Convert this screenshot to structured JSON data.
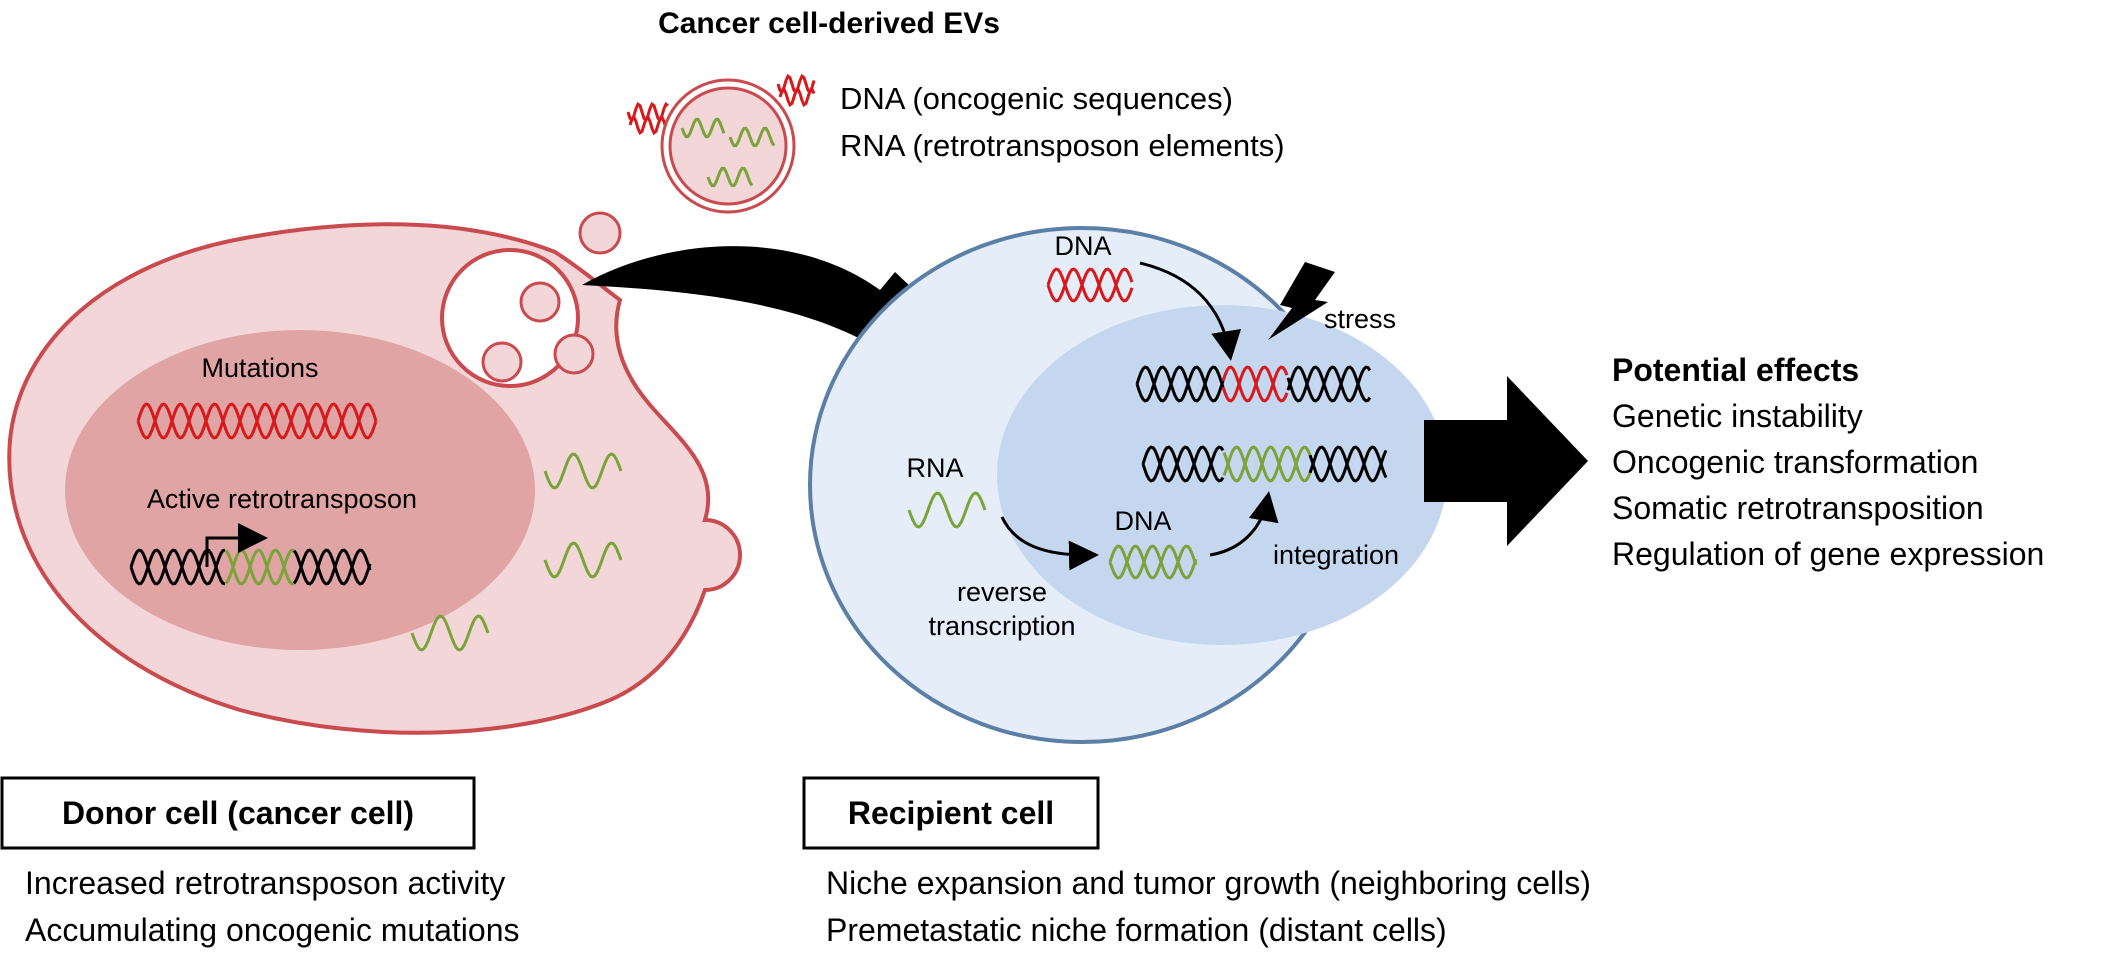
{
  "ev": {
    "title": "Cancer cell-derived EVs",
    "lines": [
      "DNA (oncogenic sequences)",
      "RNA (retrotransposon elements)"
    ]
  },
  "donor": {
    "mutations_label": "Mutations",
    "retro_label": "Active retrotransposon",
    "box_title": "Donor cell (cancer cell)",
    "notes": [
      "Increased retrotransposon activity",
      "Accumulating oncogenic mutations"
    ]
  },
  "recipient": {
    "dna_label": "DNA",
    "stress_label": "stress",
    "rna_label": "RNA",
    "dna2_label": "DNA",
    "integration_label": "integration",
    "rt_label": [
      "reverse",
      "transcription"
    ],
    "box_title": "Recipient cell",
    "notes": [
      "Niche expansion and tumor growth (neighboring cells)",
      "Premetastatic niche formation (distant cells)"
    ]
  },
  "effects": {
    "title": "Potential effects",
    "items": [
      "Genetic instability",
      "Oncogenic transformation",
      "Somatic retrotransposition",
      "Regulation of gene expression"
    ]
  },
  "colors": {
    "dna_red": "#d7191c",
    "rna_green": "#7aa33a",
    "donor_fill": "#f3d6d7",
    "donor_stroke": "#c94a4f",
    "nucleus_red": "#e0a4a5",
    "recipient_fill": "#e4edf8",
    "recipient_stroke": "#5b7fa6",
    "nucleus_blue": "#c4d7ef"
  }
}
